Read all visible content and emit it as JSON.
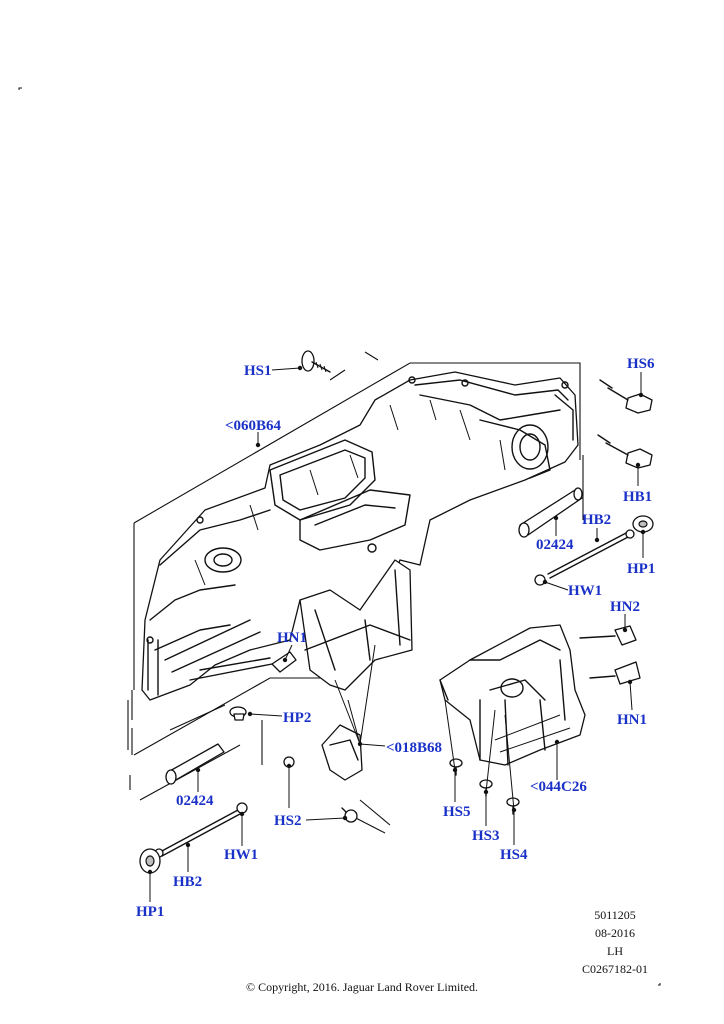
{
  "callouts": {
    "hs1": "HS1",
    "hs6": "HS6",
    "b060": "<060B64",
    "hb1": "HB1",
    "hb2_right": "HB2",
    "p02424_right": "02424",
    "hp1_right": "HP1",
    "hw1_right": "HW1",
    "hn2": "HN2",
    "hn1_left": "HN1",
    "hn1_right": "HN1",
    "hp2": "HP2",
    "b018": "<018B68",
    "c044": "<044C26",
    "p02424_left": "02424",
    "hs2": "HS2",
    "hs5": "HS5",
    "hs3": "HS3",
    "hs4": "HS4",
    "hw1_left": "HW1",
    "hb2_left": "HB2",
    "hp1_left": "HP1"
  },
  "meta": {
    "code": "5011205",
    "date": "08-2016",
    "side": "LH",
    "illustration": "C0267182-01"
  },
  "copyright": "© Copyright, 2016. Jaguar Land Rover Limited."
}
